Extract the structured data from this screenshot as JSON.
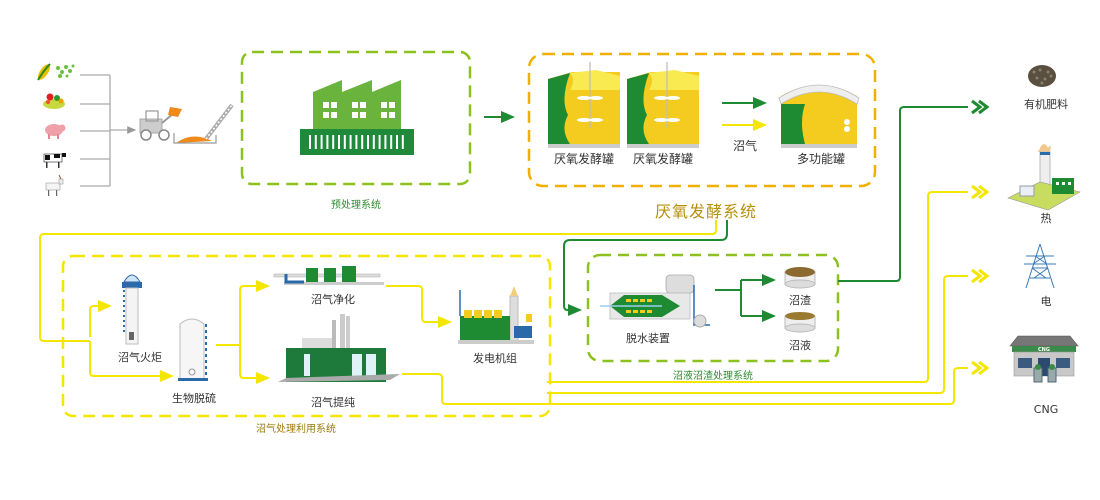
{
  "colors": {
    "dark_green": "#1e8a32",
    "lime_green": "#8cc11e",
    "yellow": "#f5e600",
    "orange_gold": "#f0b000",
    "factory_green": "#6ab33d",
    "title_gold": "#b8900a"
  },
  "feedstock": {
    "items": [
      {
        "icon": "corn-straw-icon"
      },
      {
        "icon": "vegetable-waste-icon"
      },
      {
        "icon": "pig-icon"
      },
      {
        "icon": "cow-icon"
      },
      {
        "icon": "goat-icon"
      }
    ],
    "loader_icon": "loader-conveyor-icon"
  },
  "pretreatment": {
    "title": "预处理系统"
  },
  "anaerobic": {
    "title": "厌氧发酵系统",
    "tank1_label": "厌氧发酵罐",
    "tank2_label": "厌氧发酵罐",
    "biogas_label": "沼气",
    "multi_tank_label": "多功能罐"
  },
  "biogas_system": {
    "title": "沼气处理利用系统",
    "flare_label": "沼气火炬",
    "desulfur_label": "生物脱硫",
    "purify_label": "沼气净化",
    "upgrade_label": "沼气提纯",
    "generator_label": "发电机组"
  },
  "digestate_system": {
    "title": "沼液沼渣处理系统",
    "dewater_label": "脱水装置",
    "residue_label": "沼渣",
    "liquid_label": "沼液"
  },
  "outputs": [
    {
      "label": "有机肥料",
      "icon": "fertilizer-icon",
      "arrow_color": "#1e8a32"
    },
    {
      "label": "热",
      "icon": "heat-plant-icon",
      "arrow_color": "#f5e600"
    },
    {
      "label": "电",
      "icon": "power-tower-icon",
      "arrow_color": "#f5e600"
    },
    {
      "label": "CNG",
      "icon": "cng-station-icon",
      "arrow_color": "#f5e600",
      "sign_text": "CNG"
    }
  ]
}
